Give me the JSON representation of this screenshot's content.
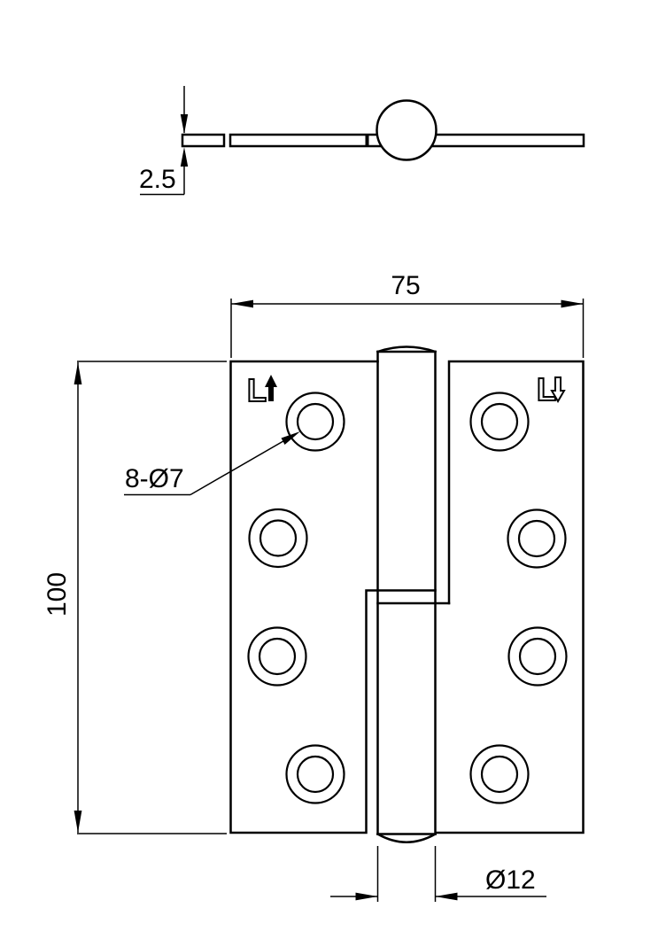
{
  "drawing": {
    "background": "#ffffff",
    "line_color": "#000000",
    "dimensions": {
      "thickness": "2.5",
      "width": "75",
      "height": "100",
      "hole_callout": "8-Ø7",
      "pin_diameter": "Ø12"
    },
    "marks": {
      "left_letter": "L",
      "left_direction": "up",
      "right_letter": "L",
      "right_direction": "down"
    }
  }
}
